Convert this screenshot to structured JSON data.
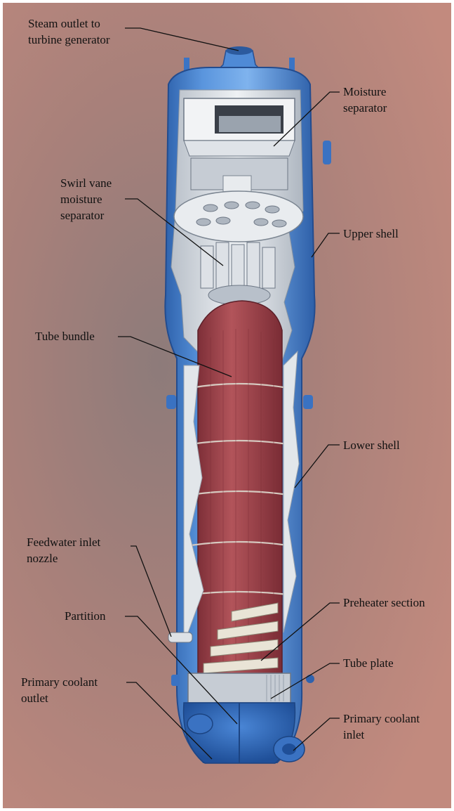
{
  "diagram": {
    "labels": {
      "steam_outlet": [
        "Steam outlet to",
        "turbine generator"
      ],
      "moisture_separator": [
        "Moisture",
        "separator"
      ],
      "swirl_vane": [
        "Swirl vane",
        "moisture",
        "separator"
      ],
      "upper_shell": [
        "Upper shell"
      ],
      "tube_bundle": [
        "Tube bundle"
      ],
      "lower_shell": [
        "Lower shell"
      ],
      "feedwater_inlet": [
        "Feedwater inlet",
        "nozzle"
      ],
      "preheater_section": [
        "Preheater section"
      ],
      "partition": [
        "Partition"
      ],
      "tube_plate": [
        "Tube plate"
      ],
      "primary_coolant_outlet": [
        "Primary coolant",
        "outlet"
      ],
      "primary_coolant_inlet": [
        "Primary coolant",
        "inlet"
      ]
    },
    "colors": {
      "background": "#b07a73",
      "shell_blue": "#3f7fd0",
      "shell_light": "#7fb0ea",
      "interior": "#d9dde3",
      "tube_red": "#a8474f"
    }
  }
}
